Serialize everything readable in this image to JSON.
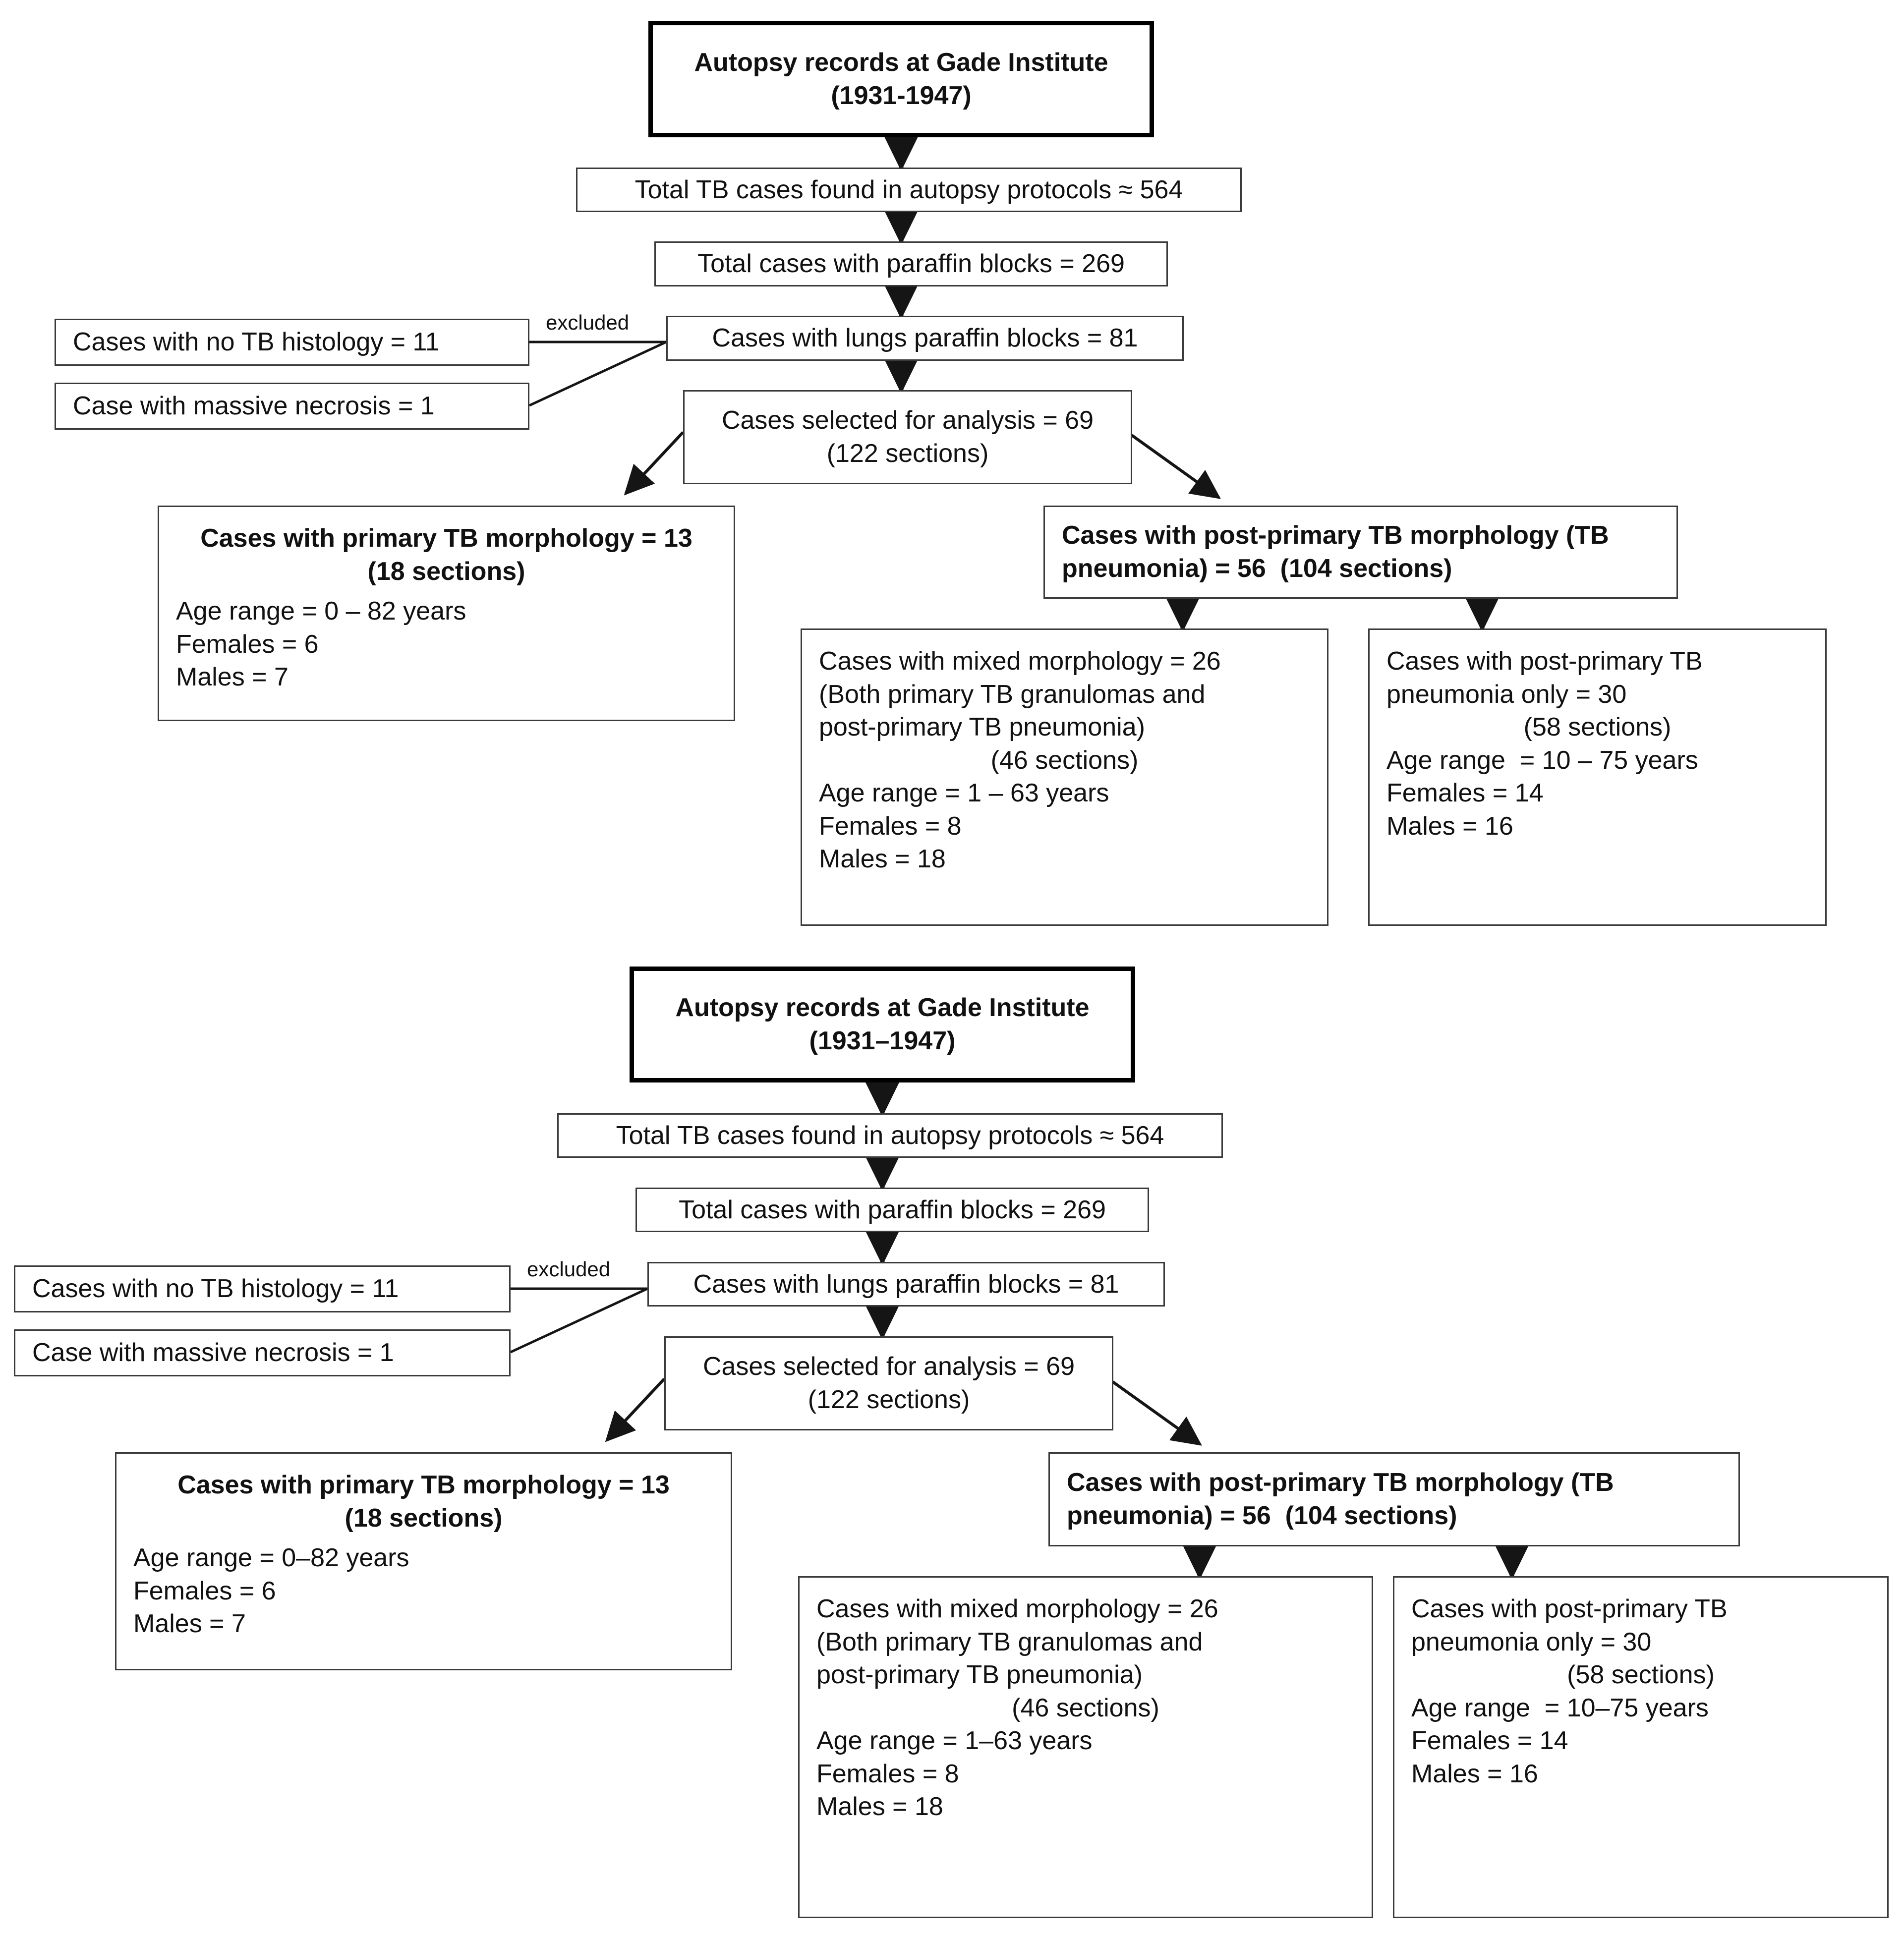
{
  "diagrams": [
    {
      "id": "flowchart-top",
      "title_box": {
        "lines": [
          "Autopsy records at Gade Institute",
          "(1931-1947)"
        ]
      },
      "total_tb_box": {
        "lines": [
          "Total TB cases found in autopsy protocols ≈ 564"
        ]
      },
      "paraffin_box": {
        "lines": [
          "Total cases with paraffin blocks = 269"
        ]
      },
      "lungs_box": {
        "lines": [
          "Cases with lungs paraffin blocks = 81"
        ]
      },
      "selected_box": {
        "lines": [
          "Cases selected for analysis = 69",
          "(122 sections)"
        ]
      },
      "excluded_label": "excluded",
      "excl_no_histology": {
        "lines": [
          "Cases with no TB histology = 11"
        ]
      },
      "excl_necrosis": {
        "lines": [
          "Case with massive necrosis = 1"
        ]
      },
      "primary_box": {
        "head": [
          "Cases with primary TB morphology = 13",
          "(18 sections)"
        ],
        "body": [
          "Age range = 0 – 82 years",
          "Females = 6",
          "Males = 7"
        ]
      },
      "postprimary_box": {
        "head": [
          "Cases with post-primary TB morphology (TB",
          "pneumonia) = 56  (104 sections)"
        ]
      },
      "mixed_box": {
        "body": [
          "Cases with mixed morphology = 26",
          "(Both primary TB granulomas and",
          "post-primary TB pneumonia)"
        ],
        "center": [
          "(46 sections)"
        ],
        "tail": [
          "Age range = 1 – 63 years",
          "Females = 8",
          "Males = 18"
        ]
      },
      "pneumonia_only_box": {
        "body": [
          "Cases with post-primary TB",
          "pneumonia only = 30"
        ],
        "center": [
          "(58 sections)"
        ],
        "tail": [
          "Age range  = 10 – 75 years",
          "Females = 14",
          "Males = 16"
        ]
      }
    },
    {
      "id": "flowchart-bottom",
      "title_box": {
        "lines": [
          "Autopsy records at Gade Institute",
          "(1931–1947)"
        ]
      },
      "total_tb_box": {
        "lines": [
          "Total TB cases found in autopsy protocols ≈ 564"
        ]
      },
      "paraffin_box": {
        "lines": [
          "Total cases with paraffin blocks = 269"
        ]
      },
      "lungs_box": {
        "lines": [
          "Cases with lungs paraffin blocks = 81"
        ]
      },
      "selected_box": {
        "lines": [
          "Cases selected for analysis = 69",
          "(122 sections)"
        ]
      },
      "excluded_label": "excluded",
      "excl_no_histology": {
        "lines": [
          "Cases with no TB histology = 11"
        ]
      },
      "excl_necrosis": {
        "lines": [
          "Case with massive necrosis = 1"
        ]
      },
      "primary_box": {
        "head": [
          "Cases with primary TB morphology = 13",
          "(18 sections)"
        ],
        "body": [
          "Age range = 0–82 years",
          "Females = 6",
          "Males = 7"
        ]
      },
      "postprimary_box": {
        "head": [
          "Cases with post-primary TB morphology (TB",
          "pneumonia) = 56  (104 sections)"
        ]
      },
      "mixed_box": {
        "body": [
          "Cases with mixed morphology = 26",
          "(Both primary TB granulomas and",
          "post-primary TB pneumonia)"
        ],
        "center": [
          "(46 sections)"
        ],
        "tail": [
          "Age range = 1–63 years",
          "Females = 8",
          "Males = 18"
        ]
      },
      "pneumonia_only_box": {
        "body": [
          "Cases with post-primary TB",
          "pneumonia only = 30"
        ],
        "center": [
          "(58 sections)"
        ],
        "tail": [
          "Age range  = 10–75 years",
          "Females = 14",
          "Males = 16"
        ]
      }
    }
  ],
  "colors": {
    "box_border": "#3a3a3a",
    "heavy_border": "#000000",
    "text": "#111111",
    "background": "#ffffff",
    "connector": "#2b2b2b"
  }
}
